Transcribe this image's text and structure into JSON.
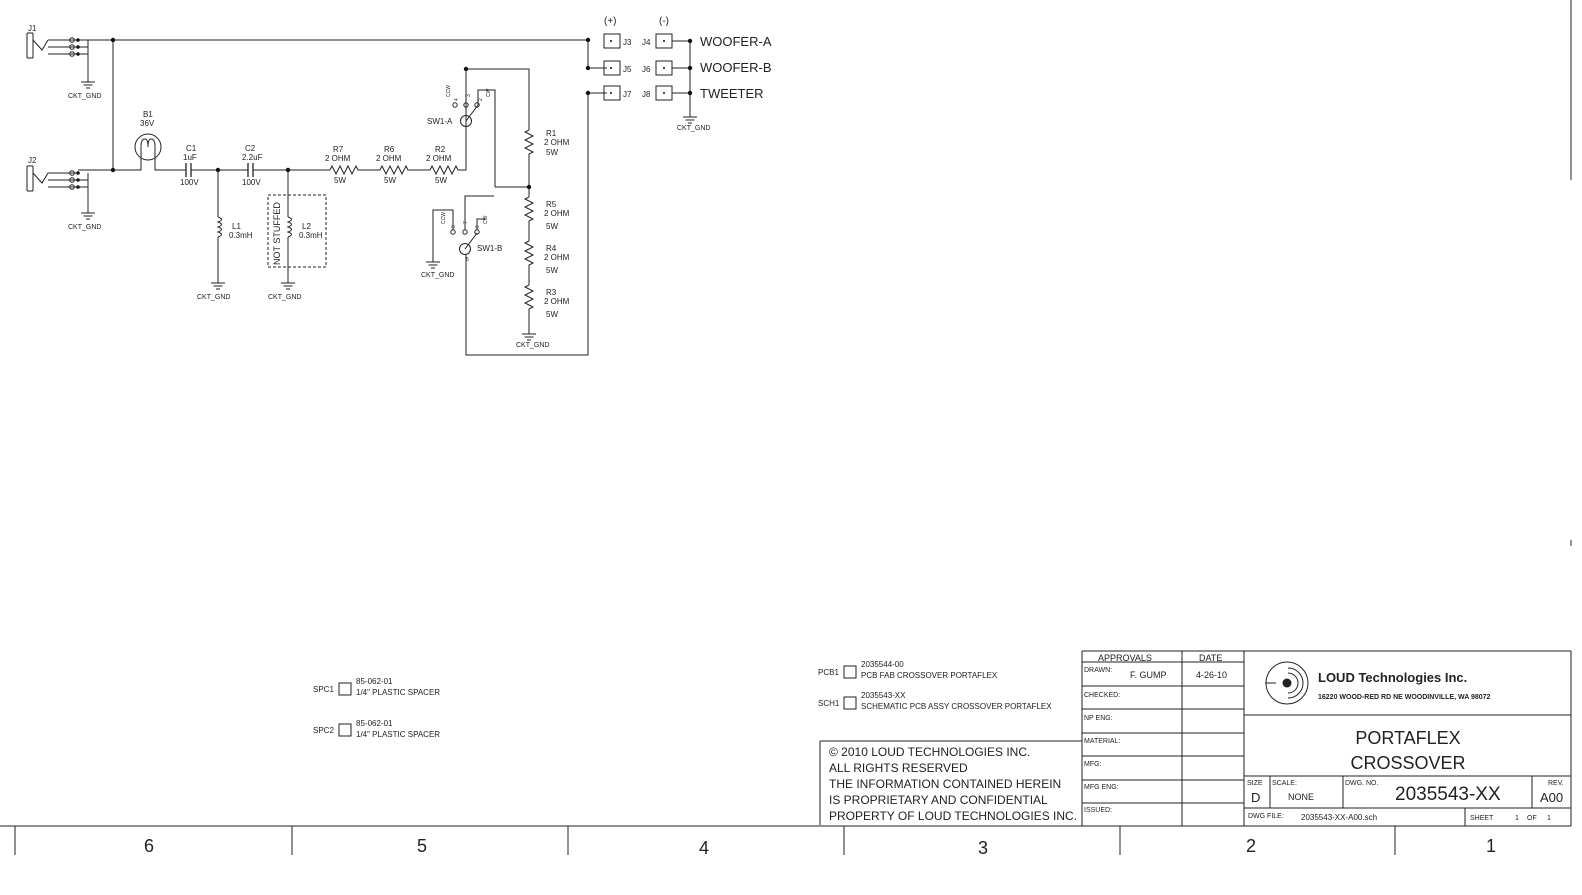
{
  "connectors": {
    "plus_label": "(+)",
    "minus_label": "(-)",
    "J1": "J1",
    "J2": "J2",
    "J3": "J3",
    "J4": "J4",
    "J5": "J5",
    "J6": "J6",
    "J7": "J7",
    "J8": "J8",
    "woofer_a": "WOOFER-A",
    "woofer_b": "WOOFER-B",
    "tweeter": "TWEETER"
  },
  "ground_label": "CKT_GND",
  "components": {
    "B1": {
      "ref": "B1",
      "value": "36V"
    },
    "C1": {
      "ref": "C1",
      "value": "1uF",
      "rating": "100V"
    },
    "C2": {
      "ref": "C2",
      "value": "2.2uF",
      "rating": "100V"
    },
    "R7": {
      "ref": "R7",
      "value": "2 OHM",
      "power": "5W"
    },
    "R6": {
      "ref": "R6",
      "value": "2 OHM",
      "power": "5W"
    },
    "R2": {
      "ref": "R2",
      "value": "2 OHM",
      "power": "5W"
    },
    "R1": {
      "ref": "R1",
      "value": "2 OHM",
      "power": "5W"
    },
    "R5": {
      "ref": "R5",
      "value": "2 OHM",
      "power": "5W"
    },
    "R4": {
      "ref": "R4",
      "value": "2 OHM",
      "power": "5W"
    },
    "R3": {
      "ref": "R3",
      "value": "2 OHM",
      "power": "5W"
    },
    "L1": {
      "ref": "L1",
      "value": "0.3mH"
    },
    "L2": {
      "ref": "L2",
      "value": "0.3mH"
    },
    "not_stuffed": "NOT STUFFED",
    "SW1A": "SW1-A",
    "SW1B": "SW1-B",
    "ccw": "CCW",
    "cw": "CW",
    "pin1": "1",
    "pin2": "2",
    "pin3": "3",
    "pin4": "4",
    "pin5": "5",
    "pin6": "6",
    "pin7": "7",
    "pin8": "8"
  },
  "parts": {
    "spc1": {
      "ref": "SPC1",
      "pn": "85-062-01",
      "desc": "1/4\" PLASTIC SPACER"
    },
    "spc2": {
      "ref": "SPC2",
      "pn": "85-062-01",
      "desc": "1/4\" PLASTIC SPACER"
    },
    "pcb1": {
      "ref": "PCB1",
      "pn": "2035544-00",
      "desc": "PCB FAB CROSSOVER PORTAFLEX"
    },
    "sch1": {
      "ref": "SCH1",
      "pn": "2035543-XX",
      "desc": "SCHEMATIC PCB ASSY CROSSOVER PORTAFLEX"
    }
  },
  "copyright": [
    "©  2010   LOUD TECHNOLOGIES INC.",
    "ALL RIGHTS RESERVED",
    "THE INFORMATION CONTAINED HEREIN",
    "IS PROPRIETARY AND CONFIDENTIAL",
    "PROPERTY OF LOUD TECHNOLOGIES INC."
  ],
  "title_block": {
    "approvals": "APPROVALS",
    "date_header": "DATE",
    "drawn_label": "DRAWN:",
    "drawn_by": "F. GUMP",
    "drawn_date": "4-26-10",
    "checked_label": "CHECKED:",
    "np_eng_label": "NP ENG:",
    "material_label": "MATERIAL:",
    "mfg_label": "MFG:",
    "mfg_eng_label": "MFG ENG:",
    "issued_label": "ISSUED:",
    "company": "LOUD Technologies Inc.",
    "address": "16220 WOOD-RED RD NE WOODINVILLE, WA 98072",
    "title_line1": "PORTAFLEX",
    "title_line2": "CROSSOVER",
    "size_label": "SIZE",
    "size": "D",
    "scale_label": "SCALE:",
    "scale": "NONE",
    "dwg_no_label": "DWG. NO.",
    "dwg_no": "2035543-XX",
    "rev_label": "REV.",
    "rev": "A00",
    "dwg_file_label": "DWG FILE:",
    "dwg_file": "2035543-XX-A00.sch",
    "sheet_label": "SHEET",
    "sheet": "1",
    "of_label": "OF",
    "of": "1"
  },
  "zones": [
    "6",
    "5",
    "4",
    "3",
    "2",
    "1"
  ]
}
